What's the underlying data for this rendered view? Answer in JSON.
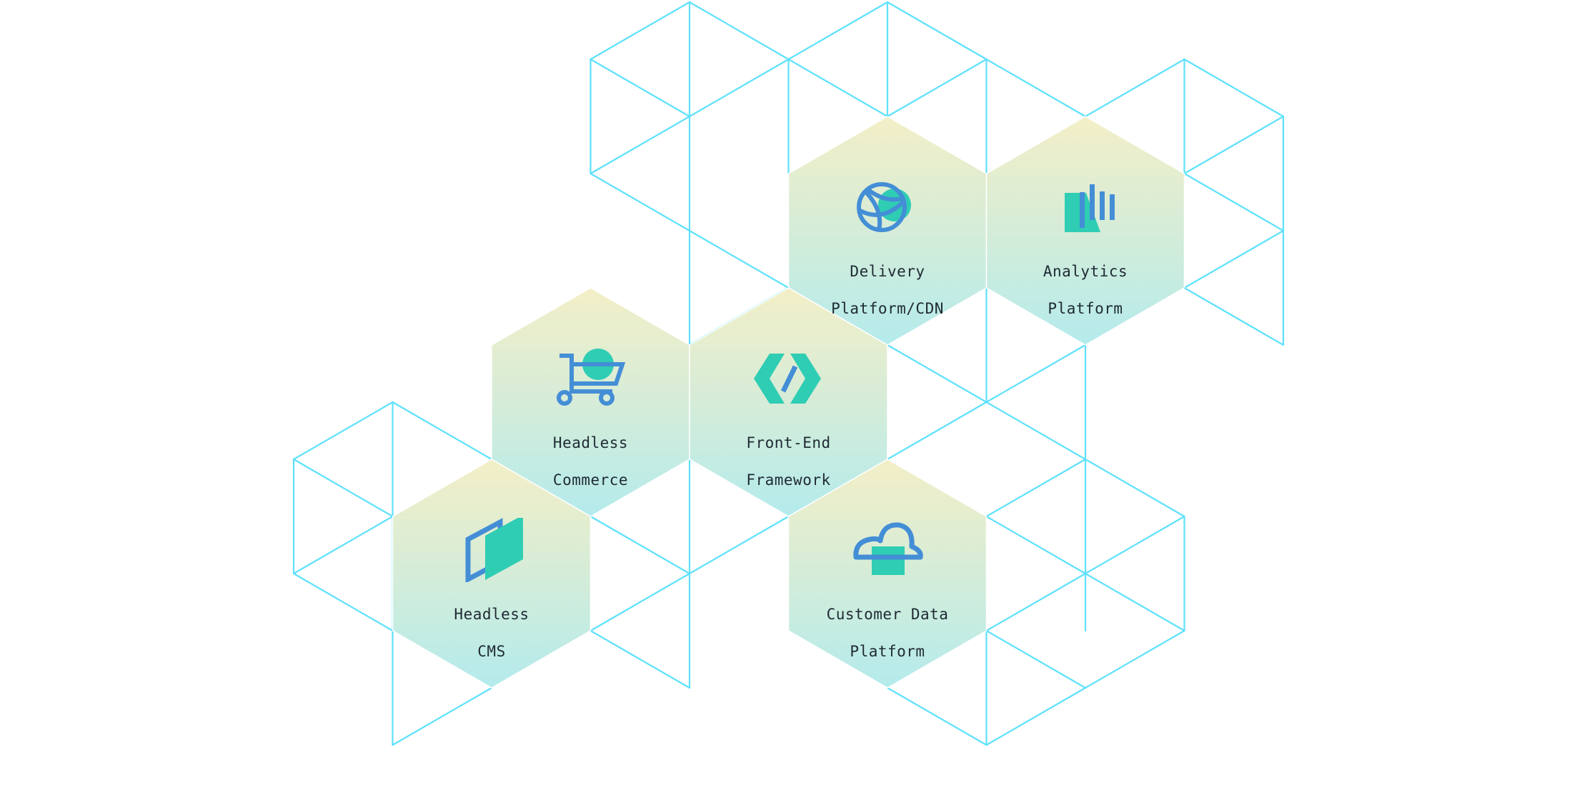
{
  "diagram": {
    "type": "hexagonal-grid",
    "colors": {
      "grid_line": "#5ee1fb",
      "hex_gradient_top": "#f2efc8",
      "hex_gradient_bottom": "#b6ebea",
      "icon_blue": "#448ed6",
      "icon_teal": "#2fcdb4",
      "label_text": "#1f2a33",
      "background": "#ffffff"
    },
    "tiles": [
      {
        "id": "delivery",
        "line1": "Delivery",
        "line2": "Platform/CDN",
        "icon": "globe-icon"
      },
      {
        "id": "analytics",
        "line1": "Analytics",
        "line2": "Platform",
        "icon": "bar-chart-icon"
      },
      {
        "id": "commerce",
        "line1": "Headless",
        "line2": "Commerce",
        "icon": "shopping-cart-icon"
      },
      {
        "id": "frontend",
        "line1": "Front-End",
        "line2": "Framework",
        "icon": "code-brackets-icon"
      },
      {
        "id": "cms",
        "line1": "Headless",
        "line2": "CMS",
        "icon": "layered-pages-icon"
      },
      {
        "id": "cdp",
        "line1": "Customer Data",
        "line2": "Platform",
        "icon": "cloud-data-icon"
      }
    ]
  }
}
